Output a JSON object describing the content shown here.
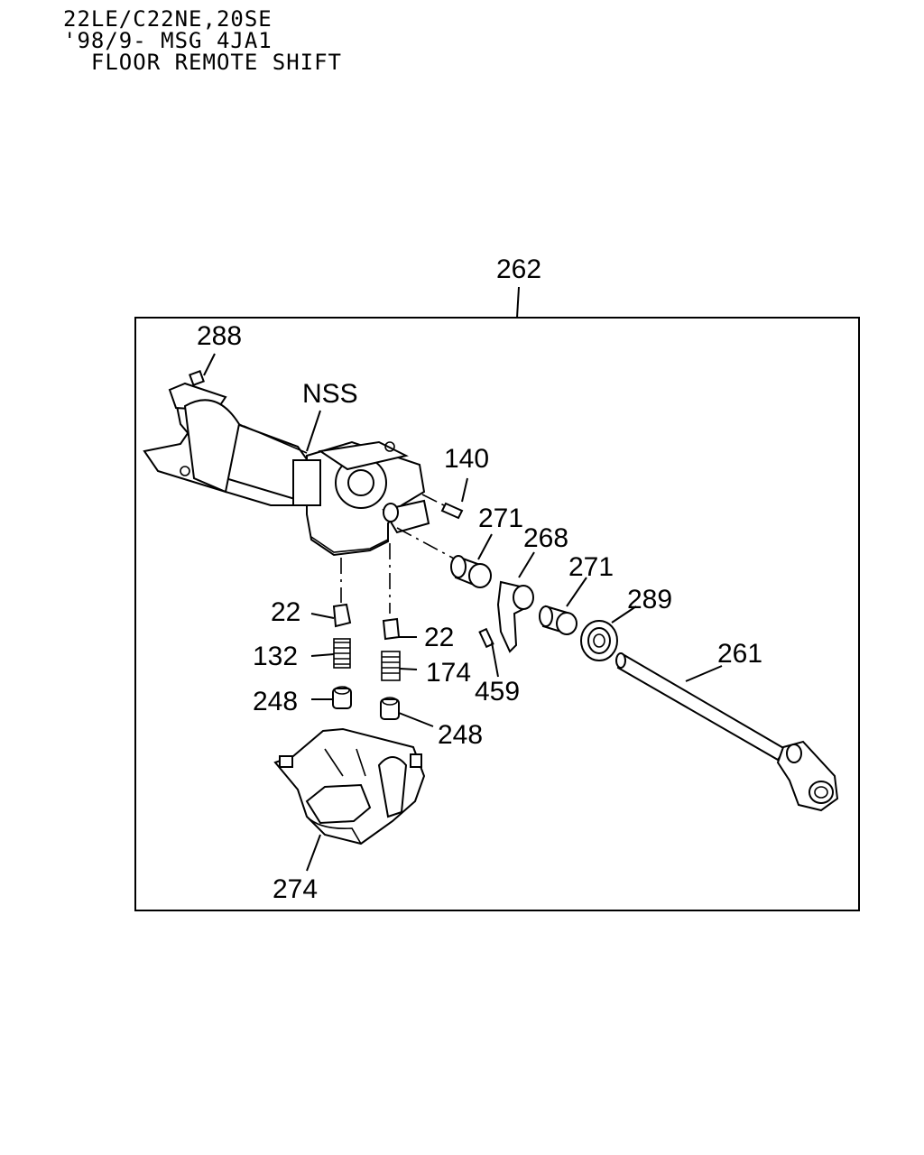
{
  "header": {
    "line1": "22LE/C22NE,20SE",
    "line2": "'98/9- MSG 4JA1",
    "line3": "  FLOOR REMOTE SHIFT"
  },
  "callouts": {
    "c262": "262",
    "c288": "288",
    "cNSS": "NSS",
    "c140": "140",
    "c271a": "271",
    "c268": "268",
    "c271b": "271",
    "c289": "289",
    "c261": "261",
    "c22a": "22",
    "c22b": "22",
    "c132": "132",
    "c174": "174",
    "c248a": "248",
    "c248b": "248",
    "c459": "459",
    "c274": "274"
  }
}
